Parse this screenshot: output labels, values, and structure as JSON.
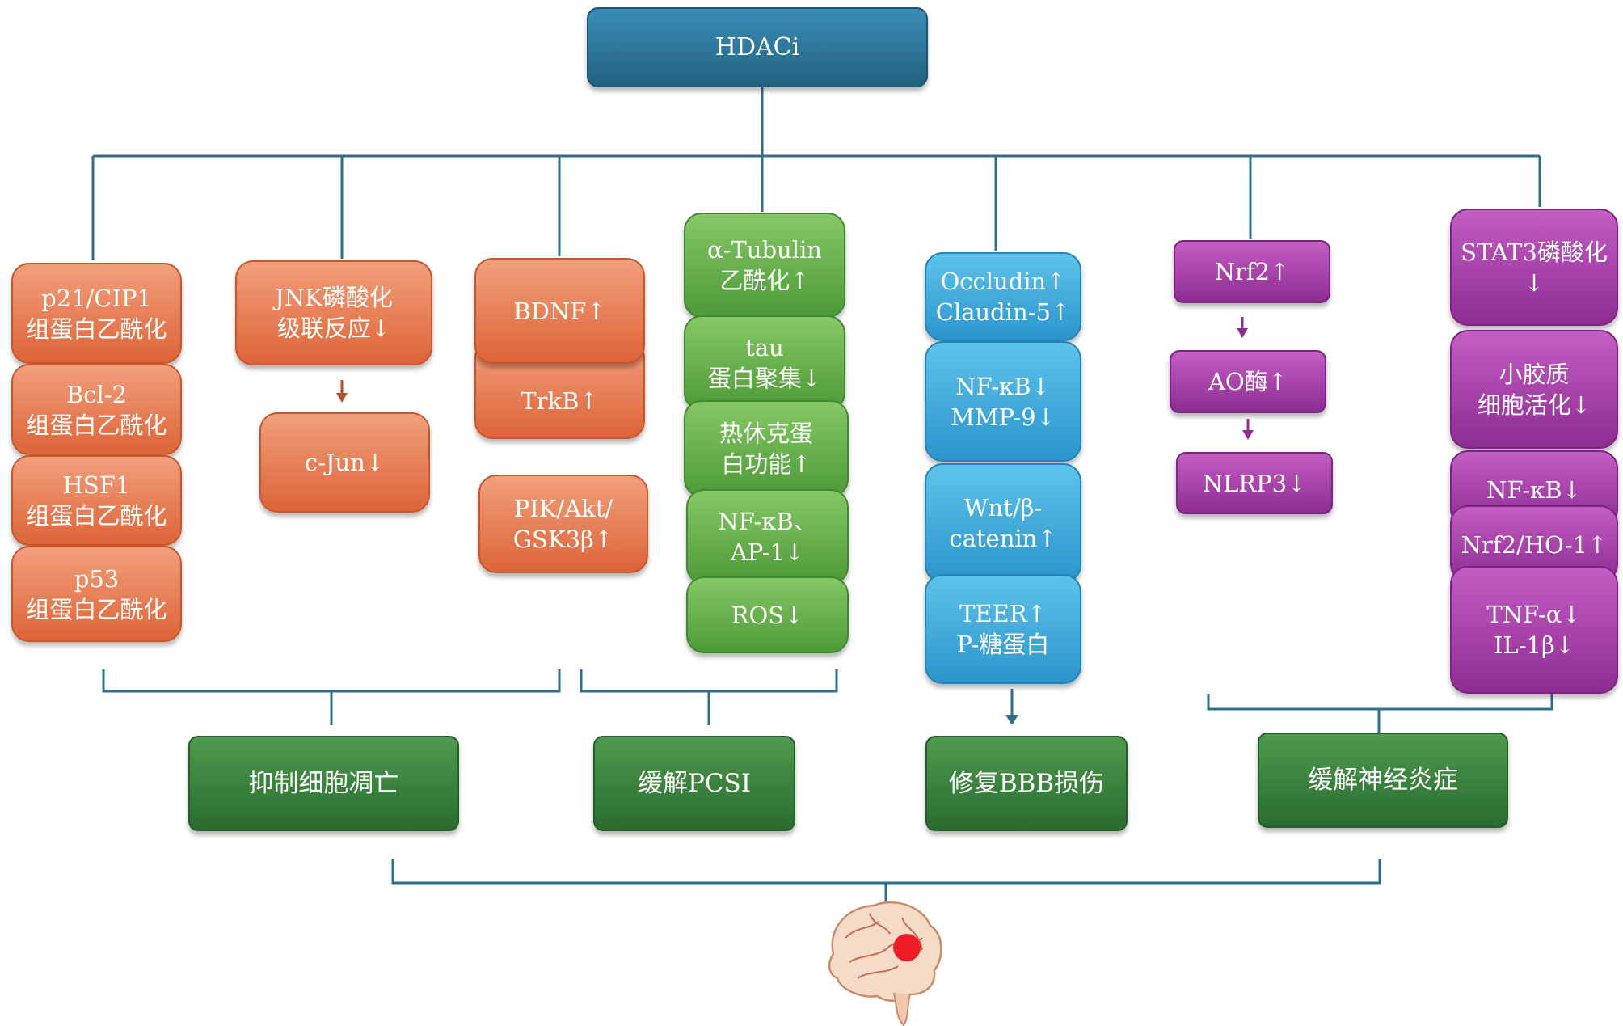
{
  "colors": {
    "line": "#2e6f8c",
    "orange_arrow": "#b5512b",
    "purple_arrow": "#8e2c92",
    "blue_arrow": "#2e6f8c",
    "top_box": "#2a6f92",
    "orange": "#e67a50",
    "green": "#5fab48",
    "blue": "#34a2d6",
    "purple": "#a43ea8",
    "outcome": "#357a38"
  },
  "root": {
    "label": "HDACi"
  },
  "columns": {
    "col1": [
      "p21/CIP1\n组蛋白乙酰化",
      "Bcl-2\n组蛋白乙酰化",
      "HSF1\n组蛋白乙酰化",
      "p53\n组蛋白乙酰化"
    ],
    "col2": [
      "JNK磷酸化\n级联反应↓",
      "c-Jun↓"
    ],
    "col3": [
      "BDNF↑",
      "TrkB↑",
      "PIK/Akt/\nGSK3β↑"
    ],
    "col4": [
      "α-Tubulin\n乙酰化↑",
      "tau\n蛋白聚集↓",
      "热休克蛋\n白功能↑",
      "NF-κB、\nAP-1↓",
      "ROS↓"
    ],
    "col5": [
      "Occludin↑\nClaudin-5↑",
      "NF-κB↓\nMMP-9↓",
      "Wnt/β-\ncatenin↑",
      "TEER↑\nP-糖蛋白"
    ],
    "col6": [
      "Nrf2↑",
      "AO酶↑",
      "NLRP3↓"
    ],
    "col7": [
      "STAT3磷酸化↓",
      "小胶质\n细胞活化↓",
      "NF-κB↓",
      "Nrf2/HO-1↑",
      "TNF-α↓\nIL-1β↓"
    ]
  },
  "outcomes": [
    "抑制细胞凋亡",
    "缓解PCSI",
    "修复BBB损伤",
    "缓解神经炎症"
  ],
  "brain_icon": "brain-icon"
}
